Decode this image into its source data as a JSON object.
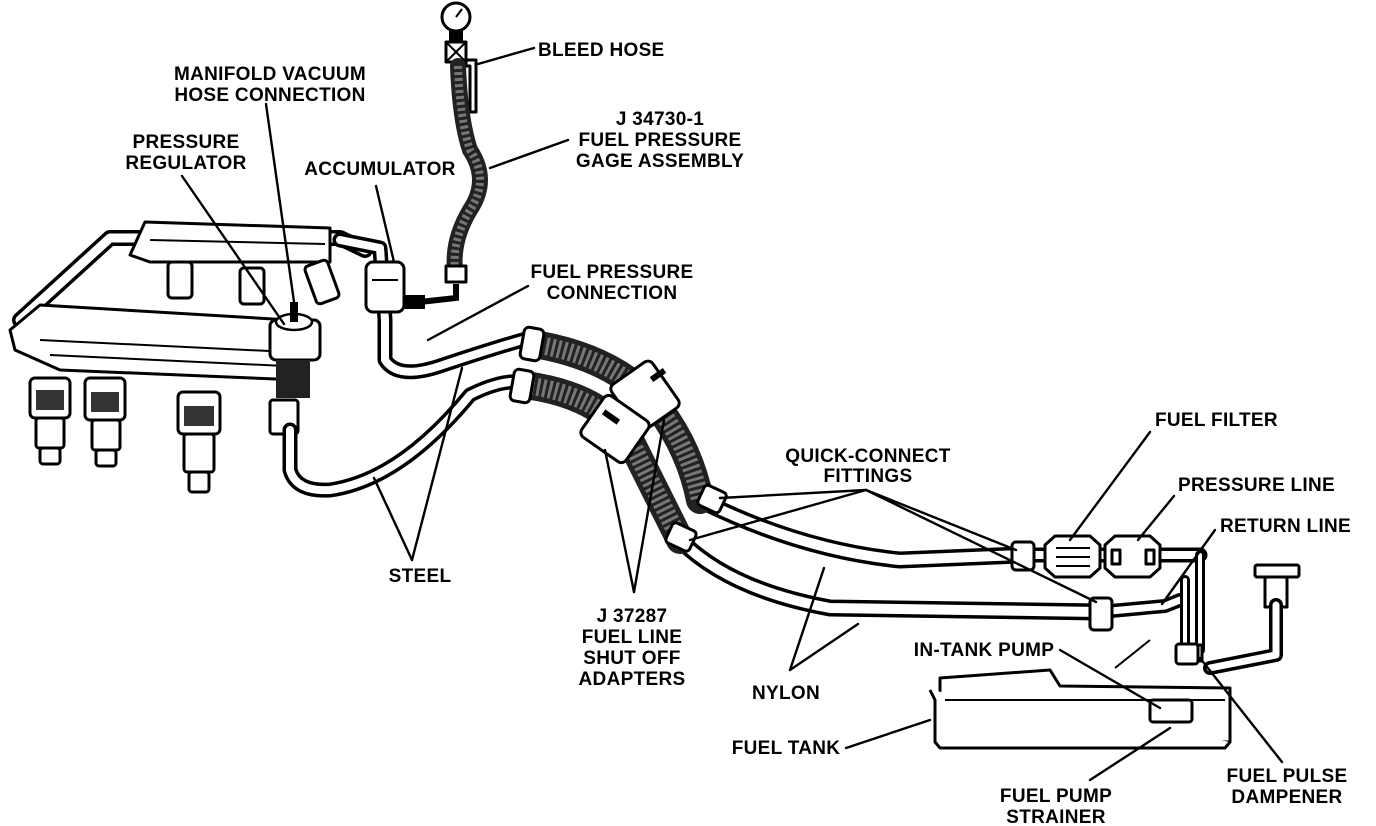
{
  "labels": {
    "bleed_hose": "BLEED HOSE",
    "manifold_vacuum_1": "MANIFOLD VACUUM",
    "manifold_vacuum_2": "HOSE CONNECTION",
    "gage_1": "J 34730-1",
    "gage_2": "FUEL PRESSURE",
    "gage_3": "GAGE ASSEMBLY",
    "pressure_regulator_1": "PRESSURE",
    "pressure_regulator_2": "REGULATOR",
    "accumulator": "ACCUMULATOR",
    "fuel_pressure_conn_1": "FUEL PRESSURE",
    "fuel_pressure_conn_2": "CONNECTION",
    "fuel_filter": "FUEL FILTER",
    "quick_connect_1": "QUICK-CONNECT",
    "quick_connect_2": "FITTINGS",
    "pressure_line": "PRESSURE LINE",
    "return_line": "RETURN LINE",
    "steel": "STEEL",
    "shutoff_1": "J 37287",
    "shutoff_2": "FUEL LINE",
    "shutoff_3": "SHUT OFF",
    "shutoff_4": "ADAPTERS",
    "in_tank_pump": "IN-TANK PUMP",
    "nylon": "NYLON",
    "fuel_tank": "FUEL TANK",
    "fuel_pulse_1": "FUEL PULSE",
    "fuel_pulse_2": "DAMPENER",
    "strainer_1": "FUEL PUMP",
    "strainer_2": "STRAINER"
  }
}
